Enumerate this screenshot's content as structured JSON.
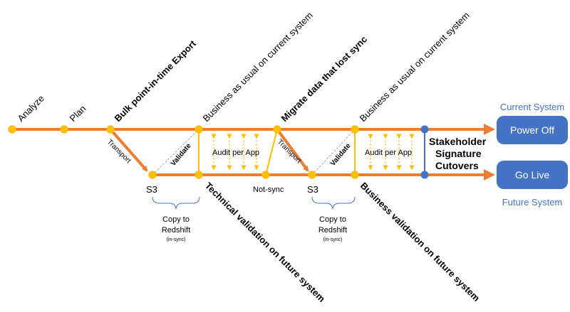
{
  "phases": {
    "analyze": "Analyze",
    "plan": "Plan",
    "bulk_export": "Bulk point-in-time Export",
    "business_current_1": "Business as usual on current system",
    "migrate_lost_sync": "Migrate data that lost sync",
    "business_current_2": "Business as usual on current system"
  },
  "transport_label": "Transport",
  "validate_label": "Validate",
  "audit_label": "Audit per App",
  "s3_label": "S3",
  "not_sync_label": "Not-sync",
  "copy_to_label": "Copy to",
  "redshift_label": "Redshift",
  "in_sync_label": "(in-sync)",
  "technical_validation": "Technical validation on future system",
  "business_validation": "Business validation on future system",
  "stakeholder": [
    "Stakeholder",
    "Signature",
    "Cutovers"
  ],
  "systems": {
    "current_label": "Current System",
    "future_label": "Future System",
    "power_off": "Power Off",
    "go_live": "Go Live"
  },
  "colors": {
    "orange": "#ED7D31",
    "yellow": "#FFC000",
    "blue": "#4472C4",
    "dashed_blue": "#8FAADC"
  }
}
